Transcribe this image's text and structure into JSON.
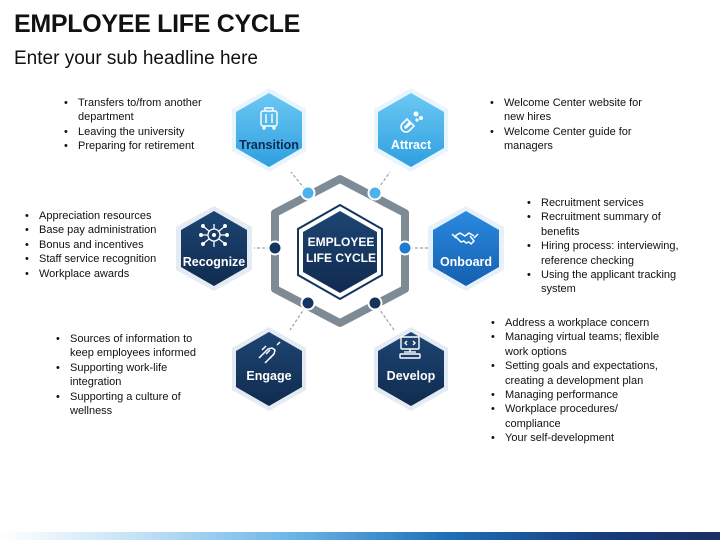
{
  "title": "EMPLOYEE LIFE CYCLE",
  "subtitle": "Enter your sub headline here",
  "center": {
    "line1": "EMPLOYEE",
    "line2": "LIFE CYCLE"
  },
  "colors": {
    "navy": "#14345e",
    "light_blue": "#4cb3ea",
    "mid_blue": "#1d7ccd",
    "ring_gray": "#7f8b94",
    "accent_text": "#0d2b52"
  },
  "stages": {
    "transition": {
      "label": "Transition",
      "icon": "luggage-icon",
      "bullets": [
        "Transfers to/from another department",
        "Leaving the university",
        "Preparing for retirement"
      ]
    },
    "attract": {
      "label": "Attract",
      "icon": "magnet-icon",
      "bullets": [
        "Welcome Center website for new hires",
        "Welcome Center guide for managers"
      ]
    },
    "onboard": {
      "label": "Onboard",
      "icon": "handshake-icon",
      "bullets": [
        "Recruitment services",
        "Recruitment summary of benefits",
        "Hiring process: interviewing, reference checking",
        "Using the applicant tracking system"
      ]
    },
    "develop": {
      "label": "Develop",
      "icon": "computer-icon",
      "bullets": [
        "Address a workplace concern",
        "Managing virtual teams; flexible work options",
        "Setting goals and expectations, creating a development plan",
        "Managing performance",
        "Workplace procedures/ compliance",
        "Your self-development"
      ]
    },
    "engage": {
      "label": "Engage",
      "icon": "hand-clasp-icon",
      "bullets": [
        "Sources of information to keep employees informed",
        "Supporting work-life integration",
        "Supporting a culture of wellness"
      ]
    },
    "recognize": {
      "label": "Recognize",
      "icon": "circuit-brain-icon",
      "bullets": [
        "Appreciation resources",
        "Base pay administration",
        "Bonus and incentives",
        "Staff service recognition",
        "Workplace awards"
      ]
    }
  }
}
